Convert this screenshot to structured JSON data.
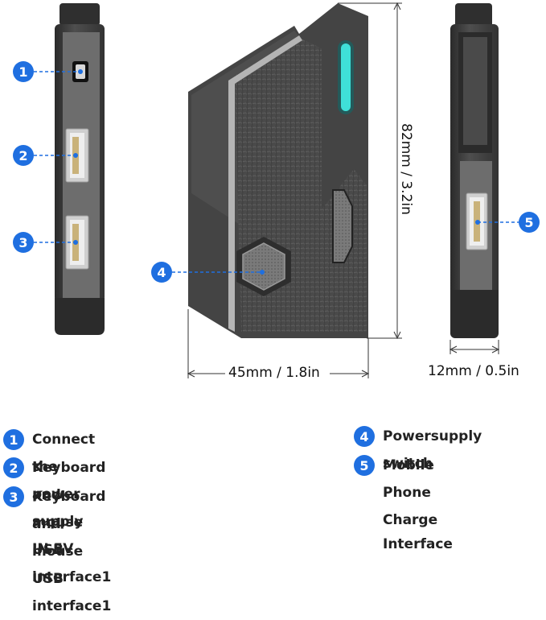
{
  "callouts": [
    {
      "id": "callout-1",
      "number": "1"
    },
    {
      "id": "callout-2",
      "number": "2"
    },
    {
      "id": "callout-3",
      "number": "3"
    },
    {
      "id": "callout-4",
      "number": "4"
    },
    {
      "id": "callout-5",
      "number": "5"
    }
  ],
  "dimensions": {
    "height": "82mm / 3.2in",
    "width": "45mm / 1.8in",
    "thickness": "12mm / 0.5in"
  },
  "legend": [
    {
      "number": "1",
      "line1": "Connect the power supply IN 5V",
      "line2": ""
    },
    {
      "number": "2",
      "line1": "Keyboard and mouse USB interface1",
      "line2": ""
    },
    {
      "number": "3",
      "line1": "Keyboard and mouse USB interface1",
      "line2": ""
    },
    {
      "number": "4",
      "line1": "Powersupply switch",
      "line2": ""
    },
    {
      "number": "5",
      "line1": "Mobile Phone Charge",
      "line2": "Interface"
    }
  ],
  "colors": {
    "badge": "#1f6fe0",
    "led": "#3fe0d8",
    "body_dark": "#3a3a3a",
    "body_mid": "#5a5a5a",
    "body_light": "#8a8a8a"
  }
}
